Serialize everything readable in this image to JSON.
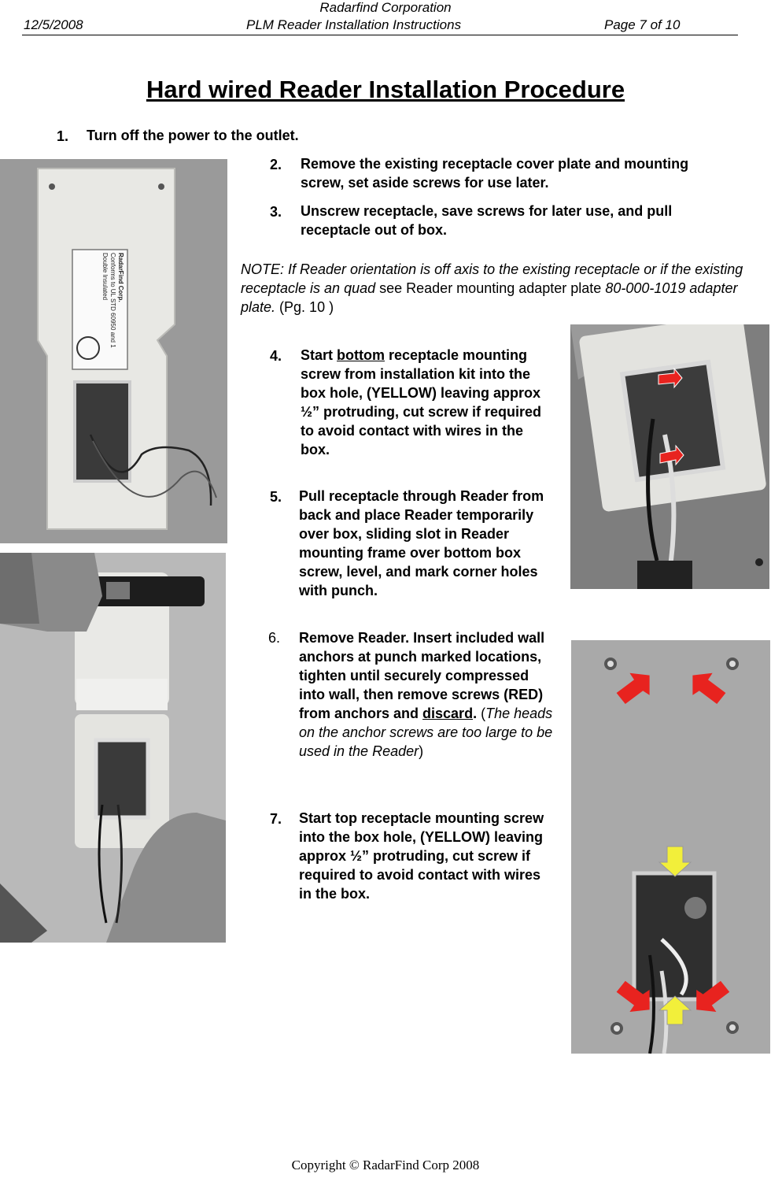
{
  "header": {
    "company": "Radarfind Corporation",
    "date": "12/5/2008",
    "doc_title": "PLM Reader Installation Instructions",
    "page": "Page  7 of 10"
  },
  "title": "Hard wired Reader Installation Procedure",
  "steps": {
    "s1": {
      "num": "1.",
      "text": "Turn off the power to the outlet."
    },
    "s2": {
      "num": "2.",
      "text": "Remove the existing receptacle cover plate and mounting screw, set aside screws for use later."
    },
    "s3": {
      "num": "3.",
      "text": "Unscrew receptacle, save screws for later use, and pull receptacle out of box."
    },
    "s4": {
      "num": "4.",
      "pre": "Start ",
      "emph": "bottom",
      "post": " receptacle mounting screw from installation kit into the box hole, (YELLOW) leaving approx ½” protruding, cut screw if required to avoid contact with wires in the box."
    },
    "s5": {
      "num": "5.",
      "text": "Pull receptacle through Reader from back and place Reader temporarily over box, sliding slot in Reader mounting frame over bottom box screw, level, and mark corner holes with punch."
    },
    "s6": {
      "num": "6.",
      "pre": "Remove Reader. Insert included wall anchors at punch marked locations, tighten until securely compressed into wall, then remove screws (RED) from anchors and ",
      "emph": "discard",
      "post": ".",
      "paren_open": " (",
      "italic": "The heads on the anchor screws are too large to be used in the Reader",
      "paren_close": ")"
    },
    "s7": {
      "num": "7.",
      "text": "Start top receptacle mounting screw into the box hole, (YELLOW) leaving approx ½” protruding, cut screw if required to avoid contact with wires in the box."
    }
  },
  "note": {
    "italic1": "NOTE: If Reader orientation is off axis to the existing receptacle or if the existing receptacle is an quad",
    "normal1": " see Reader mounting adapter plate ",
    "italic2": "80-000-1019 adapter plate.",
    "normal2": " (Pg. 10 )"
  },
  "photo_label": {
    "line1": "RadarFind Corp.",
    "line2": "Conforms to UL STD 60950 and 1",
    "line3": "Double Insulated"
  },
  "footer": "Copyright © RadarFind Corp 2008",
  "colors": {
    "arrow_red": "#e8231f",
    "arrow_yellow": "#f2ef3a"
  }
}
